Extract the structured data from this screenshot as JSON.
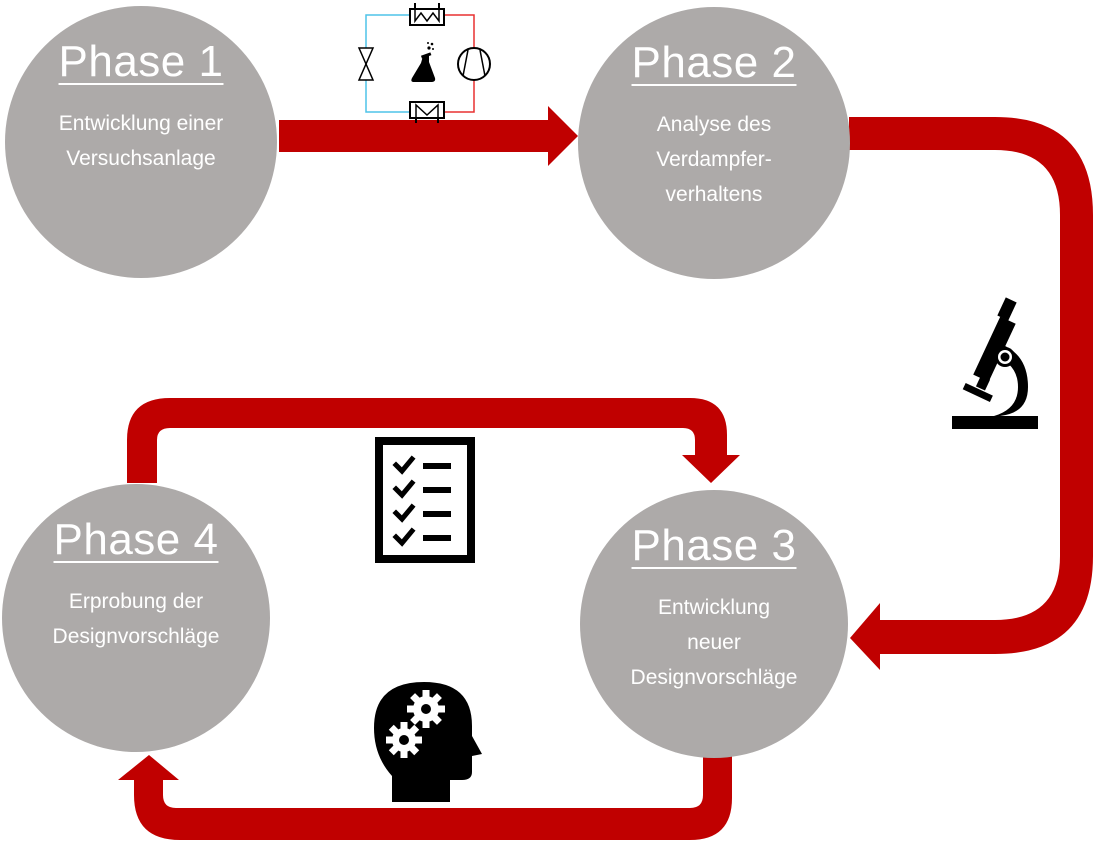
{
  "diagram": {
    "type": "process-cycle",
    "accent_color": "#C00000",
    "circle_color": "#ADAAA9",
    "phases": [
      {
        "id": "phase1",
        "title": "Phase 1",
        "description_lines": [
          "Entwicklung einer",
          "Versuchsanlage"
        ]
      },
      {
        "id": "phase2",
        "title": "Phase 2",
        "description_lines": [
          "Analyse des",
          "Verdampfer-",
          "verhaltens"
        ]
      },
      {
        "id": "phase3",
        "title": "Phase 3",
        "description_lines": [
          "Entwicklung",
          "neuer",
          "Designvorschläge"
        ]
      },
      {
        "id": "phase4",
        "title": "Phase 4",
        "description_lines": [
          "Erprobung der",
          "Designvorschläge"
        ]
      }
    ],
    "connections": [
      {
        "from": "Phase 1",
        "to": "Phase 2",
        "icon": "refrigeration-cycle-icon"
      },
      {
        "from": "Phase 2",
        "to": "Phase 3",
        "icon": "microscope-icon"
      },
      {
        "from": "Phase 4",
        "to": "Phase 3",
        "icon": "checklist-icon"
      },
      {
        "from": "Phase 3",
        "to": "Phase 4",
        "icon": "head-gears-icon"
      }
    ],
    "icons": {
      "refrigeration_cycle": "refrigeration-cycle-icon",
      "flask": "flask-icon",
      "microscope": "microscope-icon",
      "checklist": "checklist-icon",
      "head_gears": "head-gears-icon"
    }
  }
}
